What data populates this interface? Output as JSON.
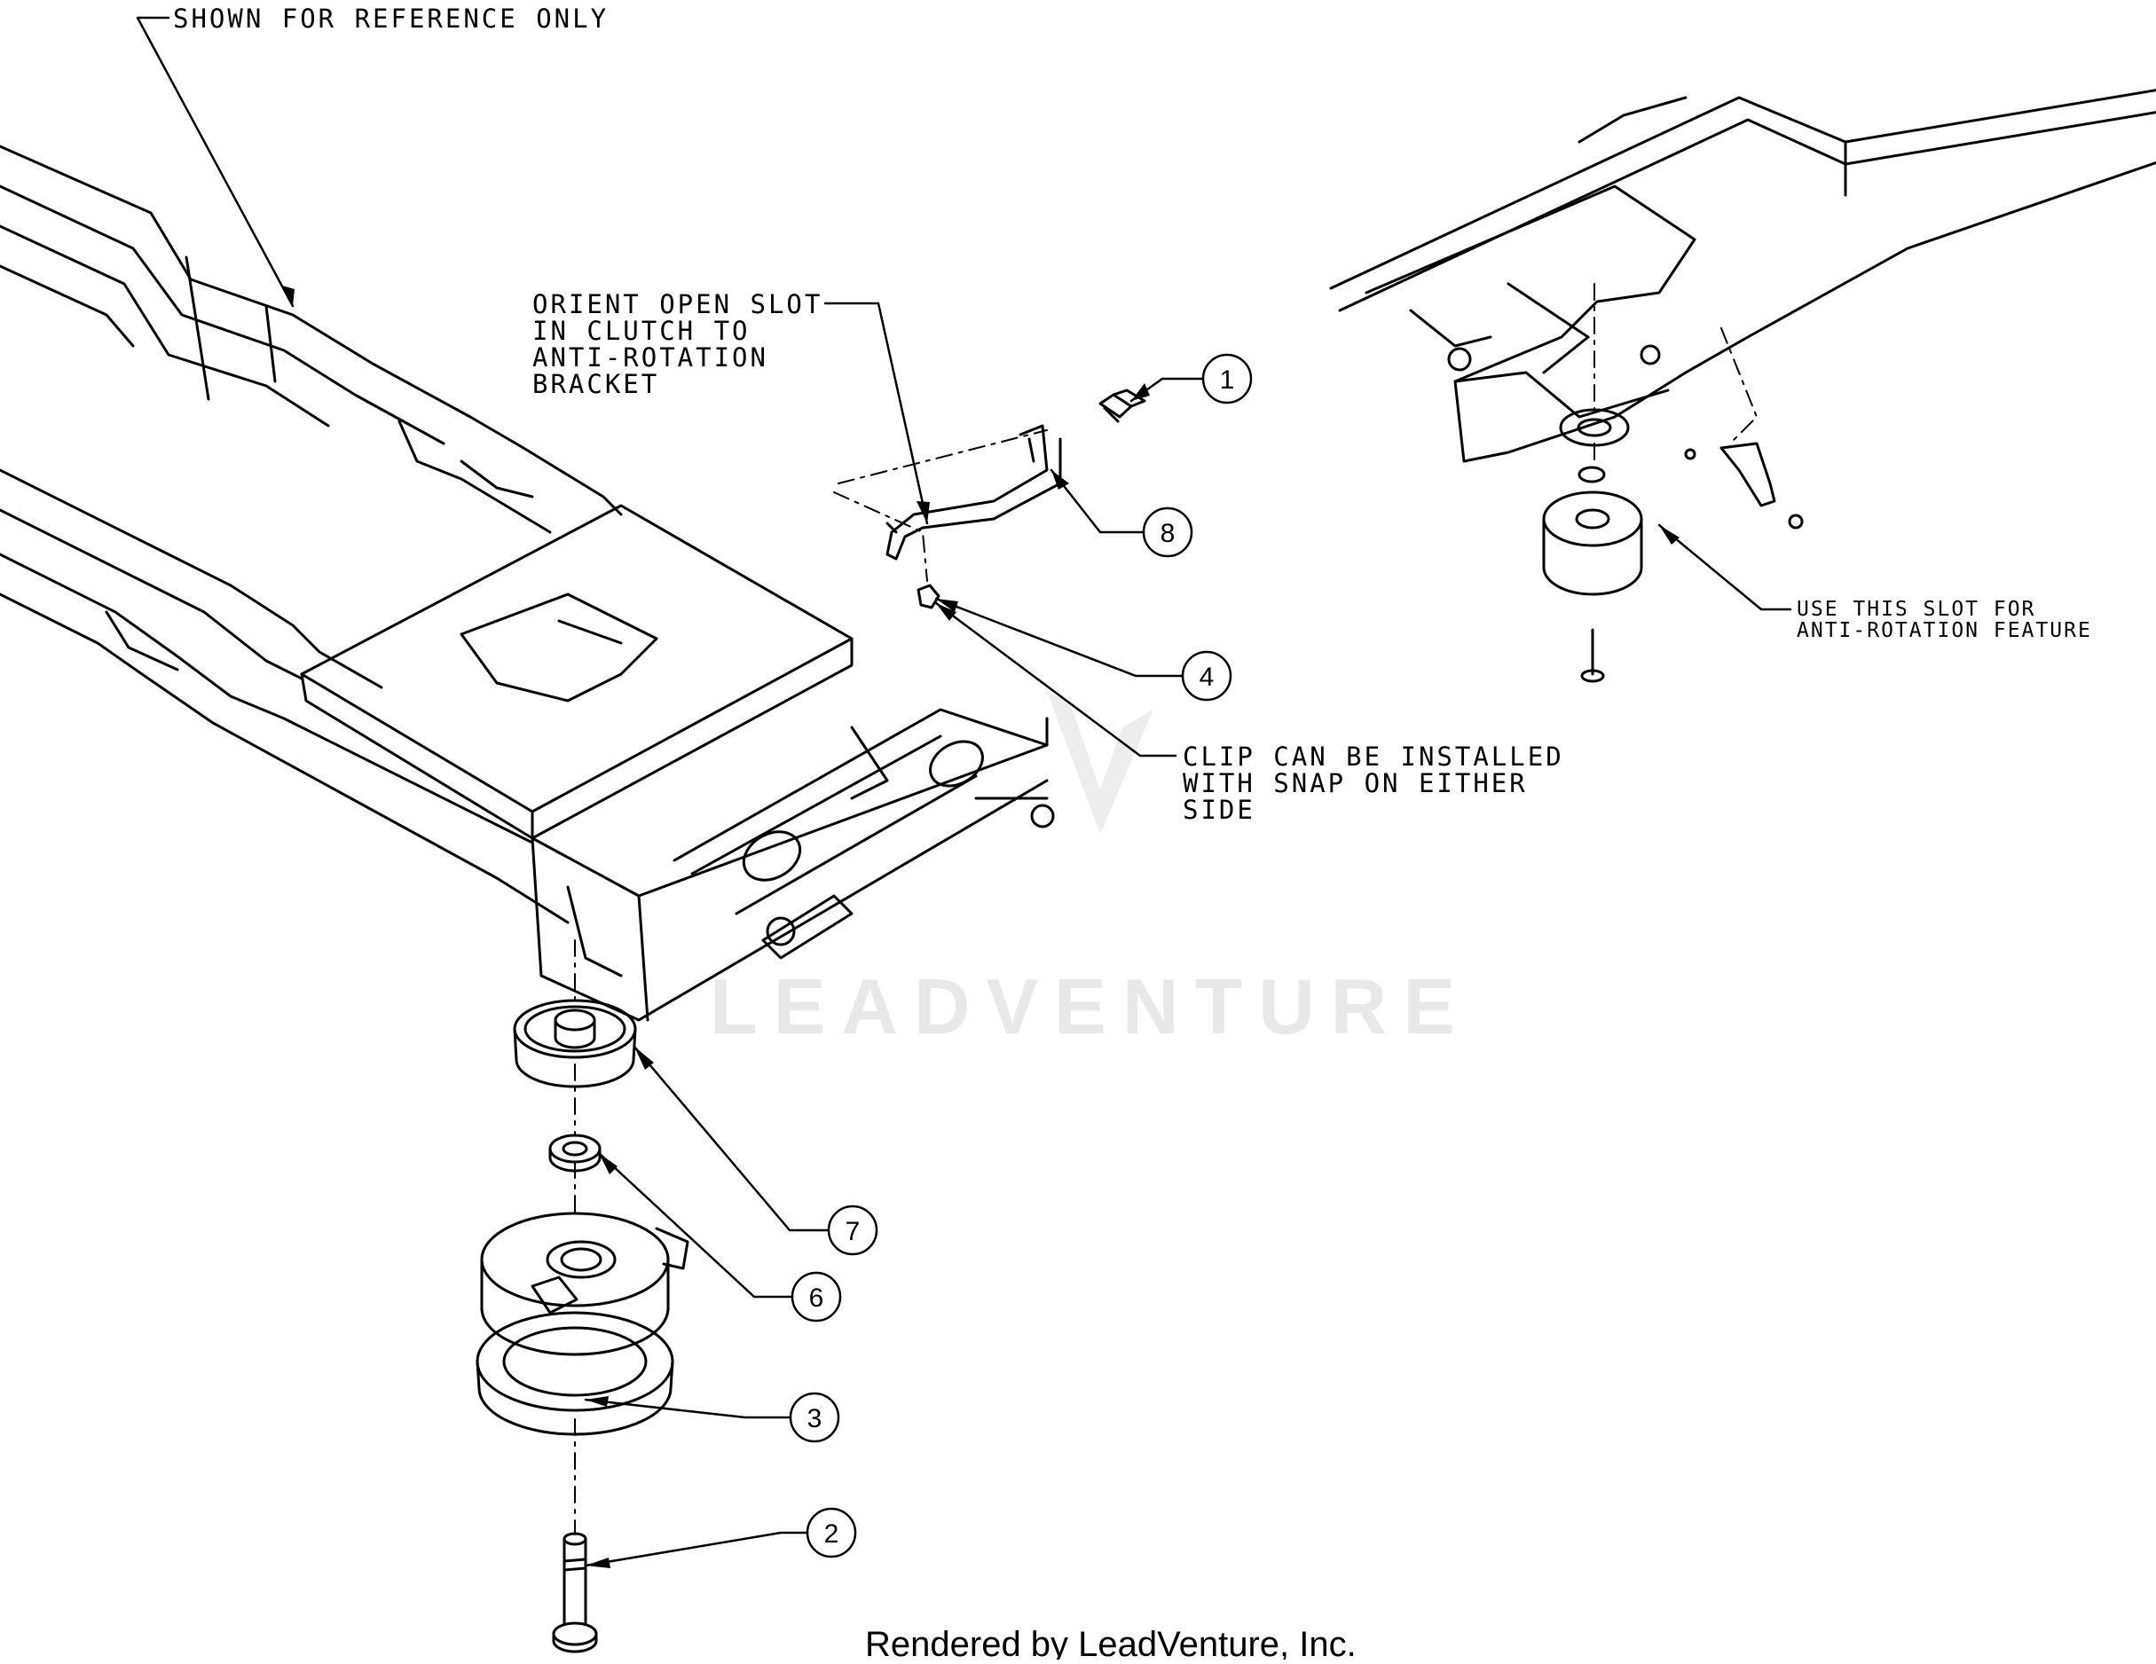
{
  "notes": {
    "reference": "SHOWN FOR REFERENCE ONLY",
    "orient_lines": [
      "ORIENT OPEN SLOT",
      "IN CLUTCH TO",
      "ANTI-ROTATION",
      "BRACKET"
    ],
    "clip_lines": [
      "CLIP CAN BE INSTALLED",
      "WITH SNAP ON EITHER",
      "SIDE"
    ],
    "slot_lines": [
      "USE THIS SLOT FOR",
      "ANTI-ROTATION FEATURE"
    ]
  },
  "callouts": [
    "1",
    "8",
    "4",
    "7",
    "6",
    "3",
    "2"
  ],
  "watermark": "LEADVENTURE",
  "footer": "Rendered by LeadVenture, Inc.",
  "colors": {
    "line": "#000000",
    "watermark": "#e8e8e8"
  }
}
